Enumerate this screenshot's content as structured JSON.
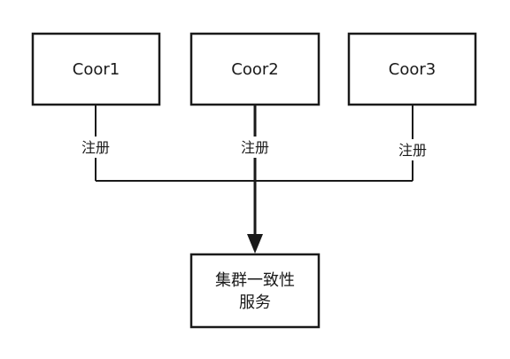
{
  "nodes": {
    "coor1": {
      "label": "Coor1"
    },
    "coor2": {
      "label": "Coor2"
    },
    "coor3": {
      "label": "Coor3"
    },
    "service": {
      "line1": "集群一致性",
      "line2": "服务"
    }
  },
  "edges": {
    "coor1_label": "注册",
    "coor2_label": "注册",
    "coor3_label": "注册"
  },
  "colors": {
    "stroke": "#1a1a1a",
    "background": "#ffffff"
  }
}
